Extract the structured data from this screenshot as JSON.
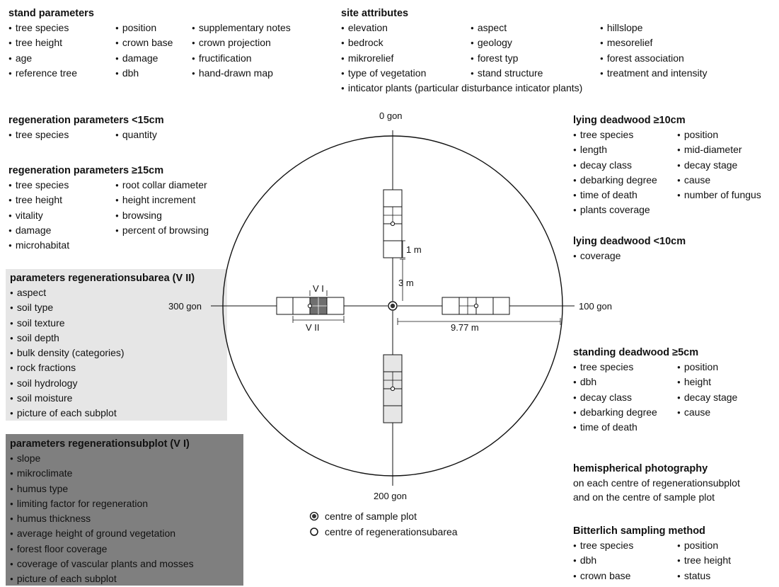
{
  "stand": {
    "title": "stand parameters",
    "col1": [
      "tree species",
      "tree height",
      "age",
      "reference tree"
    ],
    "col2": [
      "position",
      "crown base",
      "damage",
      "dbh"
    ],
    "col3": [
      "supplementary notes",
      "crown projection",
      "fructification",
      "hand-drawn map"
    ]
  },
  "site": {
    "title": "site attributes",
    "col1": [
      "elevation",
      "bedrock",
      "mikrorelief",
      "type of vegetation"
    ],
    "col2": [
      "aspect",
      "geology",
      "forest typ",
      "stand structure"
    ],
    "col3": [
      "hillslope",
      "mesorelief",
      "forest association",
      "treatment and intensity"
    ],
    "extra": "inticator plants (particular disturbance inticator plants)"
  },
  "regen_small": {
    "title": "regeneration parameters <15cm",
    "col1": [
      "tree species"
    ],
    "col2": [
      "quantity"
    ]
  },
  "regen_large": {
    "title": "regeneration parameters ≥15cm",
    "col1": [
      "tree species",
      "tree height",
      "vitality",
      "damage",
      "microhabitat"
    ],
    "col2": [
      "root collar diameter",
      "height increment",
      "browsing",
      "percent of browsing"
    ]
  },
  "subarea": {
    "title": "parameters regenerationsubarea (V II)",
    "items": [
      "aspect",
      "soil type",
      "soil texture",
      "soil depth",
      "bulk density (categories)",
      "rock fractions",
      "soil hydrology",
      "soil moisture",
      "picture of each subplot"
    ]
  },
  "subplot": {
    "title": "parameters regenerationsubplot (V I)",
    "items": [
      "slope",
      "mikroclimate",
      "humus type",
      "limiting factor for regeneration",
      "humus thickness",
      "average height of ground vegetation",
      "forest floor coverage",
      "coverage of vascular plants and mosses",
      "picture of each subplot"
    ]
  },
  "lying_large": {
    "title": "lying deadwood ≥10cm",
    "col1": [
      "tree species",
      "length",
      "decay class",
      "debarking degree",
      "time of death",
      "plants coverage"
    ],
    "col2": [
      "position",
      "mid-diameter",
      "decay stage",
      "cause",
      "number of fungus"
    ]
  },
  "lying_small": {
    "title": "lying deadwood <10cm",
    "col1": [
      "coverage"
    ]
  },
  "standing": {
    "title": "standing deadwood ≥5cm",
    "col1": [
      "tree species",
      "dbh",
      "decay class",
      "debarking degree",
      "time of death"
    ],
    "col2": [
      "position",
      "height",
      "decay stage",
      "cause"
    ]
  },
  "hemi": {
    "title": "hemispherical photography",
    "lines": [
      "on each centre of regenerationsubplot",
      "and on the centre of sample plot"
    ]
  },
  "bitter": {
    "title": "Bitterlich sampling method",
    "col1": [
      "tree species",
      "dbh",
      "crown base"
    ],
    "col2": [
      "position",
      "tree height",
      "status"
    ]
  },
  "diagram": {
    "north": "0 gon",
    "east": "100 gon",
    "south": "200 gon",
    "west": "300 gon",
    "dim_1m": "1 m",
    "dim_3m": "3 m",
    "dim_radius": "9.77 m",
    "label_vi": "V I",
    "label_vii": "V II"
  },
  "legend": {
    "centre_plot": "centre of sample plot",
    "centre_subarea": "centre of regenerationsubarea"
  },
  "colors": {
    "subarea_bg": "#e6e6e6",
    "subplot_bg": "#7f7f7f",
    "subplot_fill": "#6f6f6f"
  }
}
